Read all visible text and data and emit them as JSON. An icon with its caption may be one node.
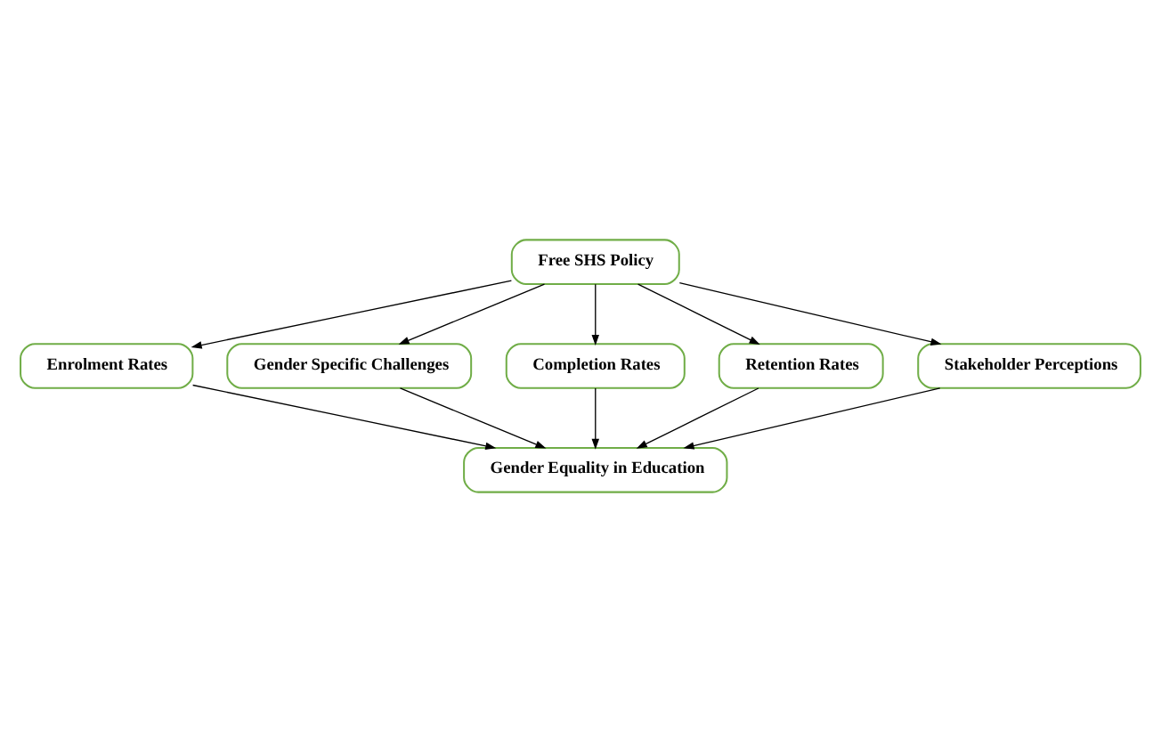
{
  "diagram": {
    "nodes": [
      {
        "text": [
          "Free SHS Policy"
        ]
      },
      {
        "text": [
          "Enrolment Rates"
        ]
      },
      {
        "text": [
          "Gender Specific Challenges"
        ]
      },
      {
        "text": [
          "Completion Rates"
        ]
      },
      {
        "text": [
          "Retention Rates"
        ]
      },
      {
        "text": [
          "Stakeholder Perceptions"
        ]
      },
      {
        "text": [
          "Gender Equality in Education"
        ]
      }
    ],
    "edges": [
      {
        "from": 0,
        "to": 1,
        "arrow": "to"
      },
      {
        "from": 0,
        "to": 2,
        "arrow": "to"
      },
      {
        "from": 0,
        "to": 3,
        "arrow": "to"
      },
      {
        "from": 0,
        "to": 4,
        "arrow": "to"
      },
      {
        "from": 0,
        "to": 5,
        "arrow": "to"
      },
      {
        "from": 1,
        "to": 6,
        "arrow": "to"
      },
      {
        "from": 2,
        "to": 6,
        "arrow": "to"
      },
      {
        "from": 3,
        "to": 6,
        "arrow": "to"
      },
      {
        "from": 4,
        "to": 6,
        "arrow": "to"
      },
      {
        "from": 5,
        "to": 6,
        "arrow": "to"
      }
    ]
  }
}
